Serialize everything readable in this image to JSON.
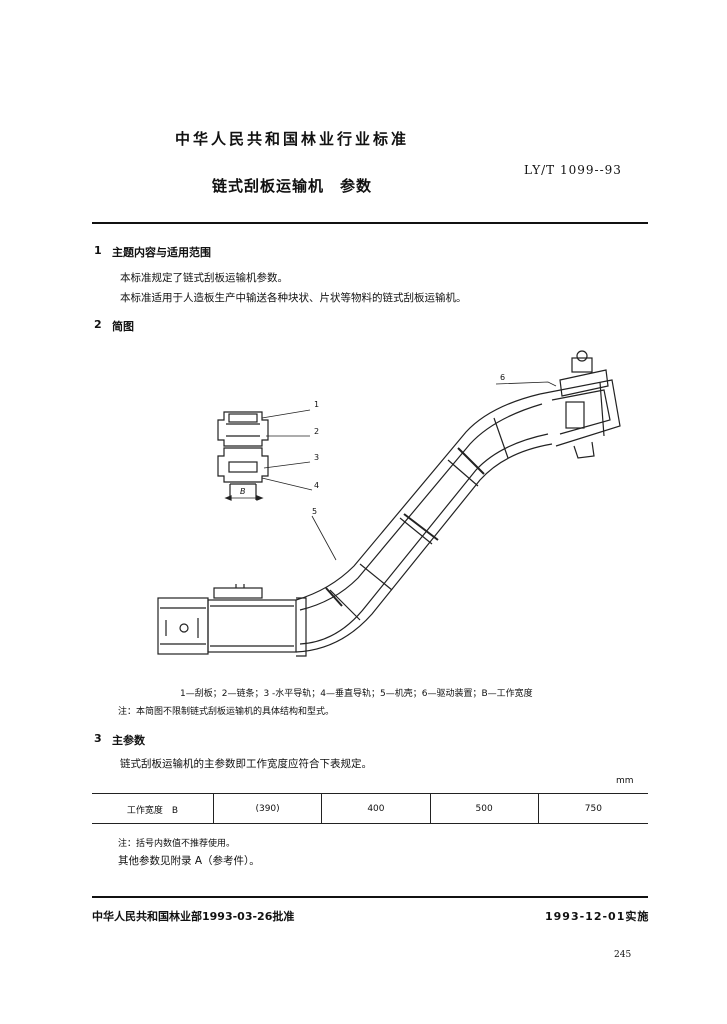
{
  "header": {
    "title": "中华人民共和国林业行业标准",
    "standard_code": "LY/T 1099--93",
    "doc_title": "链式刮板运输机　参数"
  },
  "section1": {
    "number": "1",
    "heading": "主题内容与适用范围",
    "paragraphs": [
      "本标准规定了链式刮板运输机参数。",
      "本标准适用于人造板生产中输送各种块状、片状等物料的链式刮板运输机。"
    ]
  },
  "section2": {
    "number": "2",
    "heading": "简图",
    "callouts": [
      "1",
      "2",
      "3",
      "4",
      "5",
      "6"
    ],
    "width_label": "B",
    "legend": "1—刮板；2—链条；3 -水平导轨；4—垂直导轨；5—机壳；6—驱动装置；B—工作宽度",
    "note": "注：本简图不限制链式刮板运输机的具体结构和型式。"
  },
  "section3": {
    "number": "3",
    "heading": "主参数",
    "intro": "链式刮板运输机的主参数即工作宽度应符合下表规定。",
    "unit": "mm",
    "table": {
      "row_label": "工作宽度　B",
      "values": [
        "(390)",
        "400",
        "500",
        "750"
      ]
    },
    "note1": "注：括号内数值不推荐使用。",
    "note2": "其他参数见附录 A（参考件）。"
  },
  "footer": {
    "left": "中华人民共和国林业部1993-03-26批准",
    "right": "1993-12-01实施",
    "page_number": "245"
  }
}
